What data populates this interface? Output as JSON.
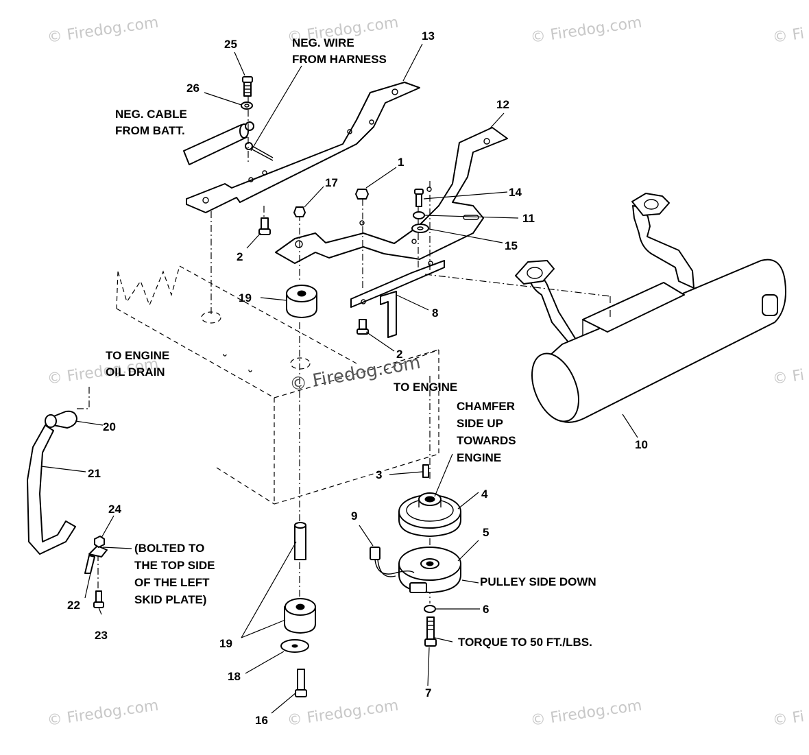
{
  "watermark": {
    "text": "© Firedog.com",
    "text_partial": "© Fi"
  },
  "notes": {
    "neg_wire": [
      "NEG. WIRE",
      "FROM HARNESS"
    ],
    "neg_cable": [
      "NEG. CABLE",
      "FROM BATT."
    ],
    "oil_drain": [
      "TO ENGINE",
      "OIL DRAIN"
    ],
    "to_engine": "TO ENGINE",
    "chamfer": [
      "CHAMFER",
      "SIDE UP",
      "TOWARDS",
      "ENGINE"
    ],
    "pulley_side": "PULLEY SIDE DOWN",
    "torque": "TORQUE TO 50 FT./LBS.",
    "bolted": [
      "(BOLTED TO",
      "THE TOP SIDE",
      "OF THE LEFT",
      "SKID PLATE)"
    ]
  },
  "callouts": {
    "c1": "1",
    "c2a": "2",
    "c2b": "2",
    "c3": "3",
    "c4": "4",
    "c5": "5",
    "c6": "6",
    "c7": "7",
    "c8": "8",
    "c9": "9",
    "c10": "10",
    "c11": "11",
    "c12": "12",
    "c13": "13",
    "c14": "14",
    "c15": "15",
    "c16": "16",
    "c17": "17",
    "c18": "18",
    "c19a": "19",
    "c19b": "19",
    "c20": "20",
    "c21": "21",
    "c22": "22",
    "c23": "23",
    "c24": "24",
    "c25": "25",
    "c26": "26"
  }
}
